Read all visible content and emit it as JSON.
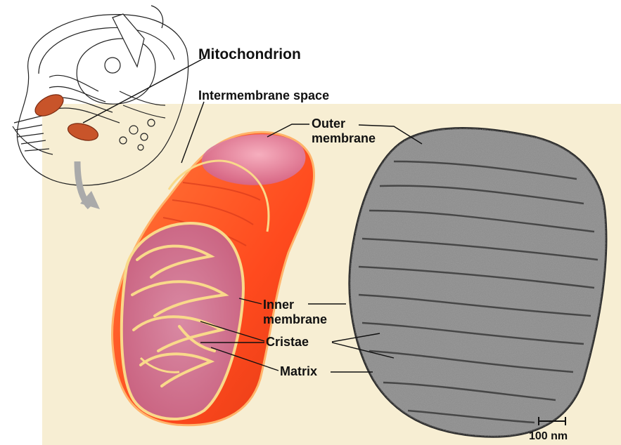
{
  "title": "Mitochondrion",
  "labels": {
    "intermembrane_space": "Intermembrane space",
    "outer_membrane": "Outer\nmembrane",
    "inner_membrane": "Inner\nmembrane",
    "cristae": "Cristae",
    "matrix": "Matrix"
  },
  "scale_bar": "100 nm",
  "colors": {
    "panel": "#f7eed3",
    "mito_outer": "#ff5a2a",
    "mito_pink": "#e98fb0",
    "membrane_line": "#f4d27a",
    "micrograph": "#8c8c8c"
  },
  "icons": [
    "cell-sketch-icon",
    "arrow-down-icon"
  ]
}
